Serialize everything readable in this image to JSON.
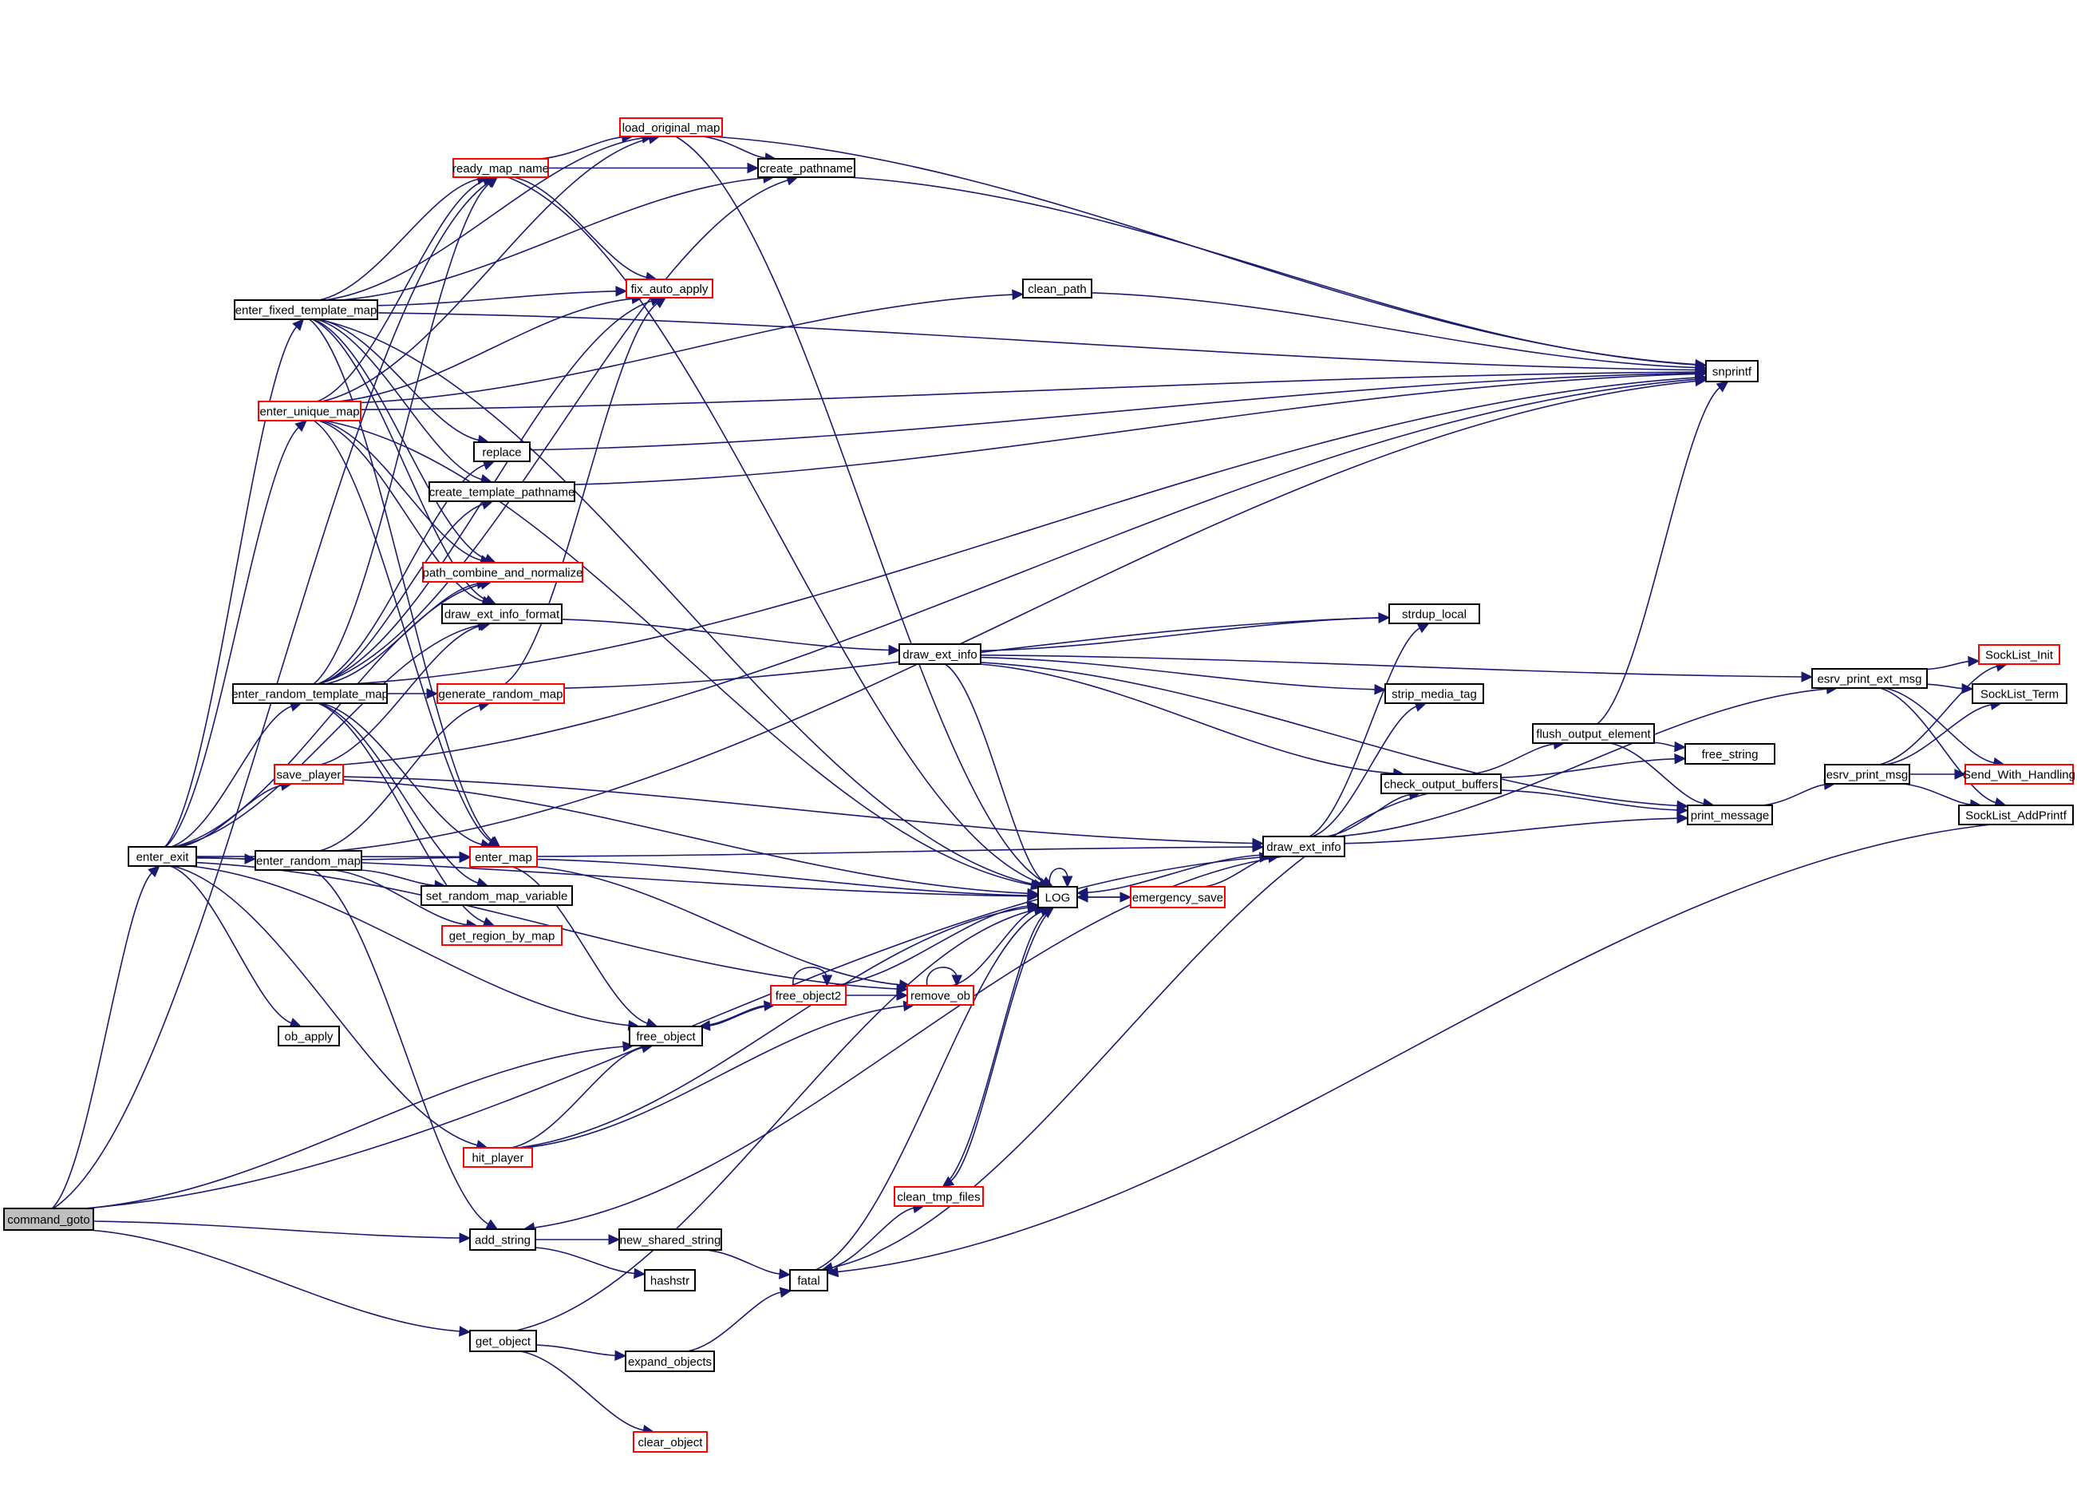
{
  "diagram": {
    "type": "call-graph",
    "colors": {
      "edge": "#191970",
      "node_border": "#000000",
      "truncated_node_border": "#ff0000",
      "root_fill": "#bfbfbf",
      "node_fill": "#ffffff"
    },
    "nodes": [
      {
        "id": "command_goto",
        "label": "command_goto",
        "style": "root"
      },
      {
        "id": "enter_exit",
        "label": "enter_exit",
        "style": "normal"
      },
      {
        "id": "enter_fixed_template_map",
        "label": "enter_fixed_template_map",
        "style": "normal"
      },
      {
        "id": "enter_unique_map",
        "label": "enter_unique_map",
        "style": "truncated"
      },
      {
        "id": "enter_random_template_map",
        "label": "enter_random_template_map",
        "style": "normal"
      },
      {
        "id": "save_player",
        "label": "save_player",
        "style": "truncated"
      },
      {
        "id": "enter_random_map",
        "label": "enter_random_map",
        "style": "normal"
      },
      {
        "id": "ob_apply",
        "label": "ob_apply",
        "style": "normal"
      },
      {
        "id": "hit_player",
        "label": "hit_player",
        "style": "truncated"
      },
      {
        "id": "add_string",
        "label": "add_string",
        "style": "normal"
      },
      {
        "id": "get_object",
        "label": "get_object",
        "style": "normal"
      },
      {
        "id": "ready_map_name",
        "label": "ready_map_name",
        "style": "truncated"
      },
      {
        "id": "load_original_map",
        "label": "load_original_map",
        "style": "truncated"
      },
      {
        "id": "create_pathname",
        "label": "create_pathname",
        "style": "normal"
      },
      {
        "id": "fix_auto_apply",
        "label": "fix_auto_apply",
        "style": "truncated"
      },
      {
        "id": "clean_path",
        "label": "clean_path",
        "style": "normal"
      },
      {
        "id": "snprintf",
        "label": "snprintf",
        "style": "normal"
      },
      {
        "id": "replace",
        "label": "replace",
        "style": "normal"
      },
      {
        "id": "create_template_pathname",
        "label": "create_template_pathname",
        "style": "normal"
      },
      {
        "id": "path_combine_and_normalize",
        "label": "path_combine_and_normalize",
        "style": "truncated"
      },
      {
        "id": "draw_ext_info_format",
        "label": "draw_ext_info_format",
        "style": "normal"
      },
      {
        "id": "generate_random_map",
        "label": "generate_random_map",
        "style": "truncated"
      },
      {
        "id": "enter_map",
        "label": "enter_map",
        "style": "truncated"
      },
      {
        "id": "set_random_map_variable",
        "label": "set_random_map_variable",
        "style": "normal"
      },
      {
        "id": "get_region_by_map",
        "label": "get_region_by_map",
        "style": "truncated"
      },
      {
        "id": "free_object",
        "label": "free_object",
        "style": "normal"
      },
      {
        "id": "free_object2",
        "label": "free_object2",
        "style": "truncated"
      },
      {
        "id": "remove_ob",
        "label": "remove_ob",
        "style": "truncated"
      },
      {
        "id": "clean_tmp_files",
        "label": "clean_tmp_files",
        "style": "truncated"
      },
      {
        "id": "new_shared_string",
        "label": "new_shared_string",
        "style": "normal"
      },
      {
        "id": "hashstr",
        "label": "hashstr",
        "style": "normal"
      },
      {
        "id": "fatal",
        "label": "fatal",
        "style": "normal"
      },
      {
        "id": "expand_objects",
        "label": "expand_objects",
        "style": "normal"
      },
      {
        "id": "clear_object",
        "label": "clear_object",
        "style": "truncated"
      },
      {
        "id": "LOG",
        "label": "LOG",
        "style": "normal"
      },
      {
        "id": "emergency_save",
        "label": "emergency_save",
        "style": "truncated"
      },
      {
        "id": "draw_ext_info_a",
        "label": "draw_ext_info",
        "style": "normal"
      },
      {
        "id": "draw_ext_info_b",
        "label": "draw_ext_info",
        "style": "normal"
      },
      {
        "id": "strdup_local",
        "label": "strdup_local",
        "style": "normal"
      },
      {
        "id": "strip_media_tag",
        "label": "strip_media_tag",
        "style": "normal"
      },
      {
        "id": "check_output_buffers",
        "label": "check_output_buffers",
        "style": "normal"
      },
      {
        "id": "flush_output_element",
        "label": "flush_output_element",
        "style": "normal"
      },
      {
        "id": "free_string",
        "label": "free_string",
        "style": "normal"
      },
      {
        "id": "print_message",
        "label": "print_message",
        "style": "normal"
      },
      {
        "id": "esrv_print_ext_msg",
        "label": "esrv_print_ext_msg",
        "style": "normal"
      },
      {
        "id": "esrv_print_msg",
        "label": "esrv_print_msg",
        "style": "normal"
      },
      {
        "id": "SockList_Init",
        "label": "SockList_Init",
        "style": "truncated"
      },
      {
        "id": "SockList_Term",
        "label": "SockList_Term",
        "style": "normal"
      },
      {
        "id": "Send_With_Handling",
        "label": "Send_With_Handling",
        "style": "truncated"
      },
      {
        "id": "SockList_AddPrintf",
        "label": "SockList_AddPrintf",
        "style": "normal"
      }
    ],
    "edges": [
      [
        "command_goto",
        "enter_exit"
      ],
      [
        "command_goto",
        "ready_map_name"
      ],
      [
        "command_goto",
        "free_object"
      ],
      [
        "command_goto",
        "add_string"
      ],
      [
        "command_goto",
        "get_object"
      ],
      [
        "command_goto",
        "draw_ext_info_b"
      ],
      [
        "enter_exit",
        "enter_fixed_template_map"
      ],
      [
        "enter_exit",
        "enter_unique_map"
      ],
      [
        "enter_exit",
        "enter_random_template_map"
      ],
      [
        "enter_exit",
        "save_player"
      ],
      [
        "enter_exit",
        "enter_map"
      ],
      [
        "enter_exit",
        "enter_random_map"
      ],
      [
        "enter_exit",
        "ob_apply"
      ],
      [
        "enter_exit",
        "free_object"
      ],
      [
        "enter_exit",
        "remove_ob"
      ],
      [
        "enter_exit",
        "hit_player"
      ],
      [
        "enter_exit",
        "LOG"
      ],
      [
        "enter_exit",
        "path_combine_and_normalize"
      ],
      [
        "enter_exit",
        "draw_ext_info_format"
      ],
      [
        "enter_fixed_template_map",
        "snprintf"
      ],
      [
        "enter_fixed_template_map",
        "create_pathname"
      ],
      [
        "enter_fixed_template_map",
        "load_original_map"
      ],
      [
        "enter_fixed_template_map",
        "ready_map_name"
      ],
      [
        "enter_fixed_template_map",
        "fix_auto_apply"
      ],
      [
        "enter_fixed_template_map",
        "replace"
      ],
      [
        "enter_fixed_template_map",
        "create_template_pathname"
      ],
      [
        "enter_fixed_template_map",
        "path_combine_and_normalize"
      ],
      [
        "enter_fixed_template_map",
        "draw_ext_info_format"
      ],
      [
        "enter_fixed_template_map",
        "enter_map"
      ],
      [
        "enter_fixed_template_map",
        "LOG"
      ],
      [
        "enter_unique_map",
        "ready_map_name"
      ],
      [
        "enter_unique_map",
        "load_original_map"
      ],
      [
        "enter_unique_map",
        "fix_auto_apply"
      ],
      [
        "enter_unique_map",
        "clean_path"
      ],
      [
        "enter_unique_map",
        "snprintf"
      ],
      [
        "enter_unique_map",
        "path_combine_and_normalize"
      ],
      [
        "enter_unique_map",
        "draw_ext_info_format"
      ],
      [
        "enter_unique_map",
        "enter_map"
      ],
      [
        "enter_unique_map",
        "LOG"
      ],
      [
        "enter_random_template_map",
        "ready_map_name"
      ],
      [
        "enter_random_template_map",
        "fix_auto_apply"
      ],
      [
        "enter_random_template_map",
        "create_pathname"
      ],
      [
        "enter_random_template_map",
        "replace"
      ],
      [
        "enter_random_template_map",
        "create_template_pathname"
      ],
      [
        "enter_random_template_map",
        "path_combine_and_normalize"
      ],
      [
        "enter_random_template_map",
        "generate_random_map"
      ],
      [
        "enter_random_template_map",
        "snprintf"
      ],
      [
        "enter_random_template_map",
        "enter_map"
      ],
      [
        "enter_random_template_map",
        "set_random_map_variable"
      ],
      [
        "enter_random_template_map",
        "get_region_by_map"
      ],
      [
        "save_player",
        "draw_ext_info_format"
      ],
      [
        "save_player",
        "snprintf"
      ],
      [
        "save_player",
        "LOG"
      ],
      [
        "save_player",
        "draw_ext_info_b"
      ],
      [
        "enter_random_map",
        "enter_map"
      ],
      [
        "enter_random_map",
        "generate_random_map"
      ],
      [
        "enter_random_map",
        "set_random_map_variable"
      ],
      [
        "enter_random_map",
        "get_region_by_map"
      ],
      [
        "enter_random_map",
        "snprintf"
      ],
      [
        "enter_random_map",
        "add_string"
      ],
      [
        "ready_map_name",
        "load_original_map"
      ],
      [
        "ready_map_name",
        "create_pathname"
      ],
      [
        "ready_map_name",
        "fix_auto_apply"
      ],
      [
        "ready_map_name",
        "LOG"
      ],
      [
        "load_original_map",
        "create_pathname"
      ],
      [
        "load_original_map",
        "snprintf"
      ],
      [
        "load_original_map",
        "LOG"
      ],
      [
        "create_pathname",
        "snprintf"
      ],
      [
        "clean_path",
        "snprintf"
      ],
      [
        "replace",
        "snprintf"
      ],
      [
        "create_template_pathname",
        "snprintf"
      ],
      [
        "generate_random_map",
        "fix_auto_apply"
      ],
      [
        "generate_random_map",
        "strdup_local"
      ],
      [
        "draw_ext_info_format",
        "draw_ext_info_a"
      ],
      [
        "enter_map",
        "LOG"
      ],
      [
        "enter_map",
        "free_object"
      ],
      [
        "enter_map",
        "remove_ob"
      ],
      [
        "enter_map",
        "draw_ext_info_b"
      ],
      [
        "free_object",
        "free_object2"
      ],
      [
        "free_object2",
        "free_object2"
      ],
      [
        "free_object2",
        "free_object"
      ],
      [
        "free_object2",
        "remove_ob"
      ],
      [
        "free_object2",
        "LOG"
      ],
      [
        "remove_ob",
        "remove_ob"
      ],
      [
        "remove_ob",
        "LOG"
      ],
      [
        "hit_player",
        "free_object"
      ],
      [
        "hit_player",
        "remove_ob"
      ],
      [
        "hit_player",
        "LOG"
      ],
      [
        "add_string",
        "new_shared_string"
      ],
      [
        "add_string",
        "hashstr"
      ],
      [
        "new_shared_string",
        "fatal"
      ],
      [
        "get_object",
        "LOG"
      ],
      [
        "get_object",
        "expand_objects"
      ],
      [
        "get_object",
        "clear_object"
      ],
      [
        "expand_objects",
        "fatal"
      ],
      [
        "fatal",
        "clean_tmp_files"
      ],
      [
        "fatal",
        "LOG"
      ],
      [
        "clean_tmp_files",
        "LOG"
      ],
      [
        "LOG",
        "clean_tmp_files"
      ],
      [
        "LOG",
        "LOG"
      ],
      [
        "LOG",
        "emergency_save"
      ],
      [
        "emergency_save",
        "draw_ext_info_b"
      ],
      [
        "emergency_save",
        "LOG"
      ],
      [
        "draw_ext_info_b",
        "LOG"
      ],
      [
        "draw_ext_info_b",
        "strdup_local"
      ],
      [
        "draw_ext_info_b",
        "strip_media_tag"
      ],
      [
        "draw_ext_info_b",
        "check_output_buffers"
      ],
      [
        "draw_ext_info_b",
        "esrv_print_ext_msg"
      ],
      [
        "draw_ext_info_b",
        "print_message"
      ],
      [
        "draw_ext_info_b",
        "add_string"
      ],
      [
        "draw_ext_info_a",
        "LOG"
      ],
      [
        "draw_ext_info_a",
        "strdup_local"
      ],
      [
        "draw_ext_info_a",
        "strip_media_tag"
      ],
      [
        "draw_ext_info_a",
        "check_output_buffers"
      ],
      [
        "draw_ext_info_a",
        "esrv_print_ext_msg"
      ],
      [
        "draw_ext_info_a",
        "print_message"
      ],
      [
        "check_output_buffers",
        "flush_output_element"
      ],
      [
        "check_output_buffers",
        "free_string"
      ],
      [
        "check_output_buffers",
        "print_message"
      ],
      [
        "check_output_buffers",
        "fatal"
      ],
      [
        "flush_output_element",
        "snprintf"
      ],
      [
        "flush_output_element",
        "free_string"
      ],
      [
        "flush_output_element",
        "print_message"
      ],
      [
        "print_message",
        "esrv_print_msg"
      ],
      [
        "esrv_print_ext_msg",
        "SockList_Init"
      ],
      [
        "esrv_print_ext_msg",
        "SockList_Term"
      ],
      [
        "esrv_print_ext_msg",
        "Send_With_Handling"
      ],
      [
        "esrv_print_ext_msg",
        "SockList_AddPrintf"
      ],
      [
        "esrv_print_msg",
        "SockList_Init"
      ],
      [
        "esrv_print_msg",
        "SockList_Term"
      ],
      [
        "esrv_print_msg",
        "Send_With_Handling"
      ],
      [
        "esrv_print_msg",
        "SockList_AddPrintf"
      ],
      [
        "SockList_AddPrintf",
        "fatal"
      ]
    ]
  }
}
